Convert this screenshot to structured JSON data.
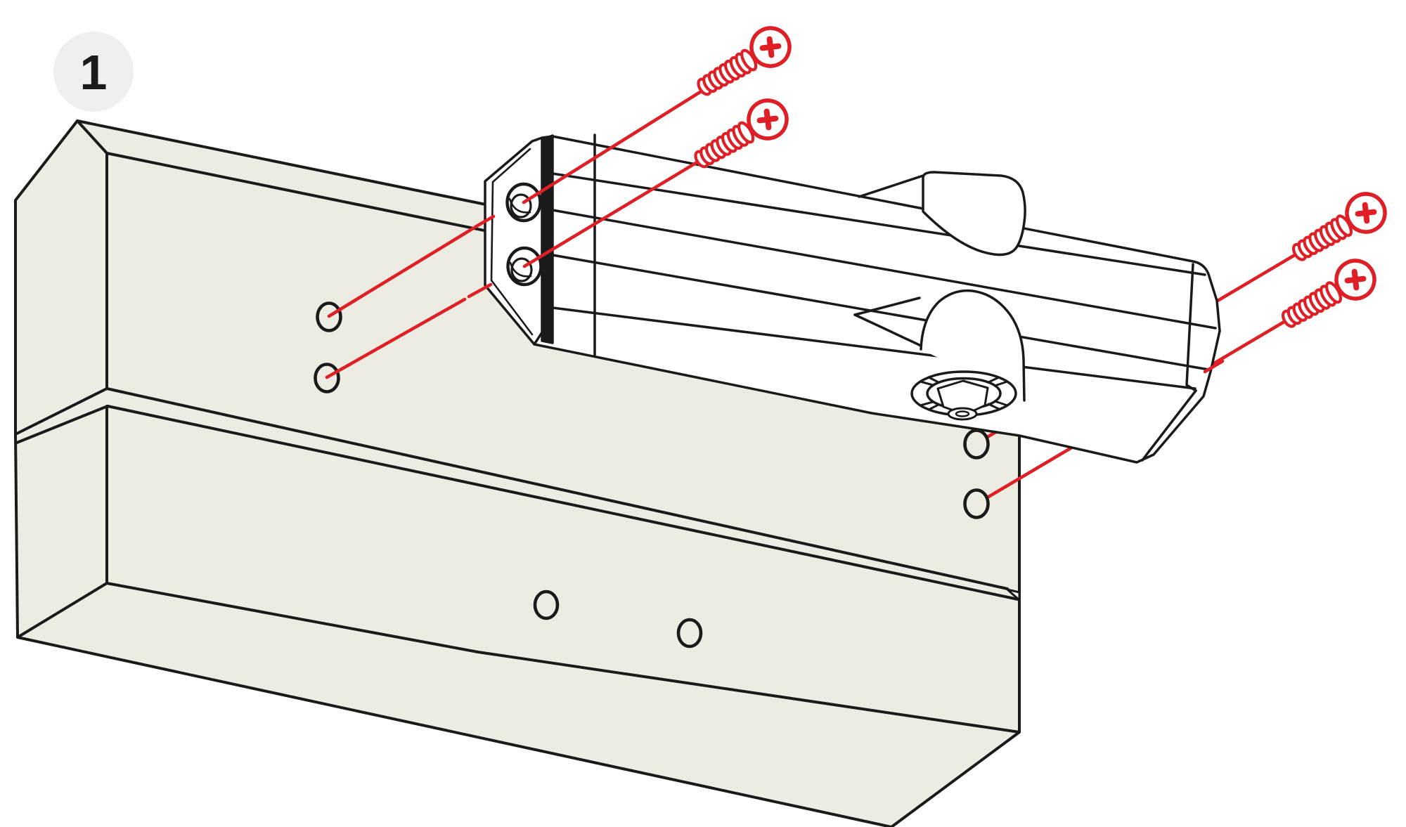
{
  "step": {
    "number": "1"
  },
  "colors": {
    "accent_red": "#DE1F26",
    "line_black": "#1A1A1A",
    "panel_fill": "#EDECE3",
    "part_fill": "#FFFFFF",
    "badge_bg": "#EFEFEF",
    "badge_text": "#1B1B1B",
    "background": "#FFFFFF"
  },
  "diagram": {
    "screw_count": 4,
    "pilot_hole_count": 6,
    "plate_hole_count": 2,
    "fastener_type": "phillips-countersunk-screw"
  }
}
